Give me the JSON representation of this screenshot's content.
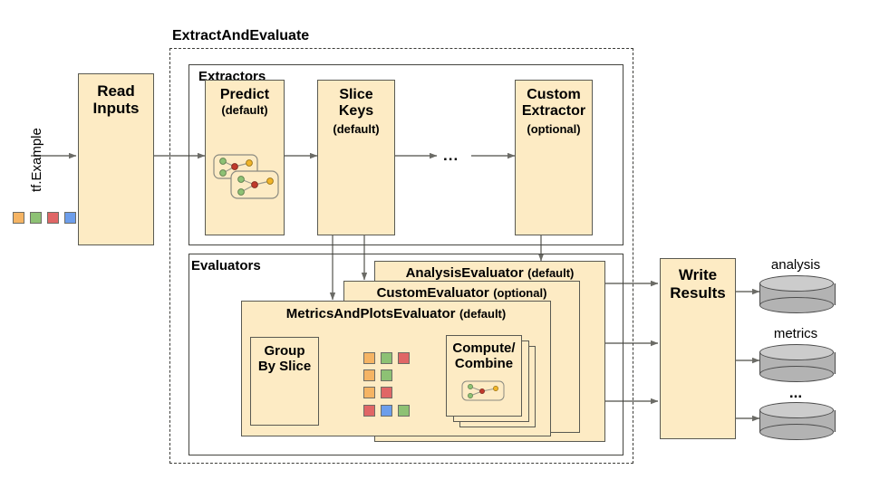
{
  "diagram": {
    "title_visible": false,
    "pipeline_group_label": "ExtractAndEvaluate",
    "input_label": "tf.Example",
    "ellipsis": "...",
    "colors": {
      "process_fill": "#fdebc4",
      "process_stroke": "#5a5a52",
      "group_stroke": "#44443f",
      "dashed_stroke": "#3c3c38",
      "arrow": "#6b6b66",
      "chip_orange": "#f5b464",
      "chip_green": "#8dc174",
      "chip_red": "#e06666",
      "chip_blue": "#6d9eeb",
      "cylinder_top": "#cccccc",
      "cylinder_body": "#b3b3b3",
      "cylinder_stroke": "#4d4d4d"
    }
  },
  "read_inputs": {
    "line1": "Read",
    "line2": "Inputs"
  },
  "input_chips": [
    "orange",
    "green",
    "red",
    "blue"
  ],
  "extractors": {
    "group_label": "Extractors",
    "items": [
      {
        "line1": "Predict",
        "line2": "",
        "note": "(default)",
        "has_graph_icon": true
      },
      {
        "line1": "Slice",
        "line2": "Keys",
        "note": "(default)",
        "has_graph_icon": false
      },
      {
        "line1": "Custom",
        "line2": "Extractor",
        "note": "(optional)",
        "has_graph_icon": false
      }
    ],
    "ellipsis": "..."
  },
  "evaluators": {
    "group_label": "Evaluators",
    "stack": [
      {
        "name": "AnalysisEvaluator",
        "note": "(default)"
      },
      {
        "name": "CustomEvaluator",
        "note": "(optional)"
      },
      {
        "name": "MetricsAndPlotsEvaluator",
        "note": "(default)"
      }
    ],
    "group_by_slice": {
      "line1": "Group",
      "line2": "By Slice"
    },
    "compute_combine": {
      "line1": "Compute/",
      "line2": "Combine"
    },
    "slice_chip_rows": [
      [
        "orange",
        "green",
        "red"
      ],
      [
        "orange",
        "green"
      ],
      [
        "orange",
        "red"
      ],
      [
        "red",
        "blue",
        "green"
      ]
    ]
  },
  "write_results": {
    "line1": "Write",
    "line2": "Results"
  },
  "outputs": [
    {
      "label": "analysis"
    },
    {
      "label": "metrics"
    },
    {
      "label": "..."
    }
  ]
}
